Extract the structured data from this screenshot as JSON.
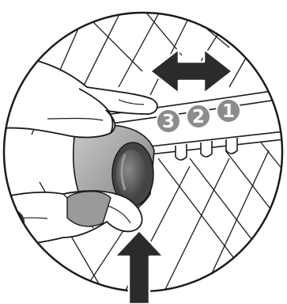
{
  "figure": {
    "steps": [
      {
        "label": "3",
        "color": "#8c8c8c"
      },
      {
        "label": "2",
        "color": "#8c8c8c"
      },
      {
        "label": "1",
        "color": "#8c8c8c"
      }
    ],
    "colors": {
      "outline": "#1a1a1a",
      "arrow_fill": "#2b2b2b",
      "arrow_stroke": "#ffffff",
      "skin": "#ffffff",
      "bulb_light": "#b3b3b3",
      "bulb_dark": "#555555",
      "background": "#ffffff"
    },
    "icons": {
      "horizontal_arrow": "double-headed-arrow-icon",
      "vertical_arrow": "up-arrow-icon"
    }
  }
}
